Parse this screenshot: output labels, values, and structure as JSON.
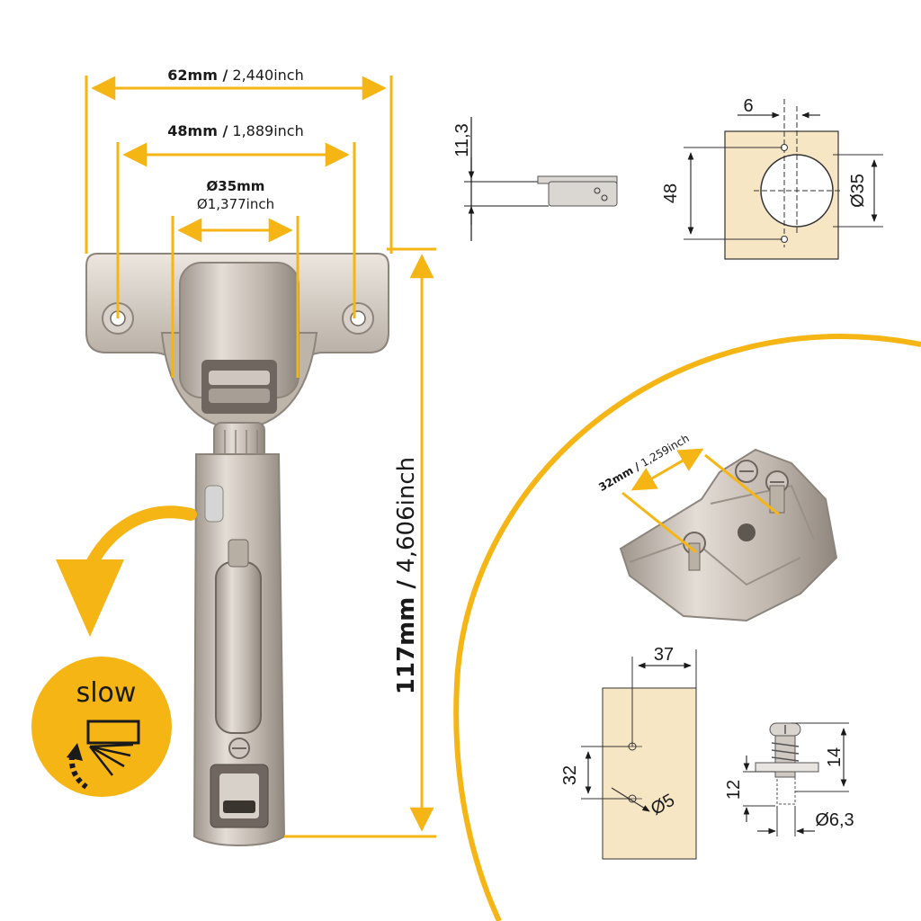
{
  "hinge_dims": {
    "width_total": {
      "metric": "62mm /",
      "imperial": " 2,440inch"
    },
    "hole_spacing": {
      "metric": "48mm /",
      "imperial": " 1,889inch"
    },
    "cup_diameter": {
      "metric": "Ø35mm",
      "imperial": "Ø1,377inch"
    },
    "length": {
      "metric": "117mm /",
      "imperial": " 4,606inch"
    }
  },
  "slow_badge": {
    "label": "slow"
  },
  "side_view": {
    "height": "11,3"
  },
  "cup_plan": {
    "hole_offset": "6",
    "hole_spacing": "48",
    "cup_dia": "Ø35"
  },
  "plate_photo": {
    "metric": "32mm /",
    "imperial": " 1,259inch"
  },
  "plate_drill": {
    "width": "37",
    "spacing": "32",
    "hole_dia": "Ø5"
  },
  "screw_detail": {
    "total": "14",
    "shank": "12",
    "dia": "Ø6,3"
  },
  "colors": {
    "accent": "#f5b514",
    "panel": "#f7e6c4",
    "metal": "#c9c1b8",
    "ink": "#1a1a1a"
  }
}
